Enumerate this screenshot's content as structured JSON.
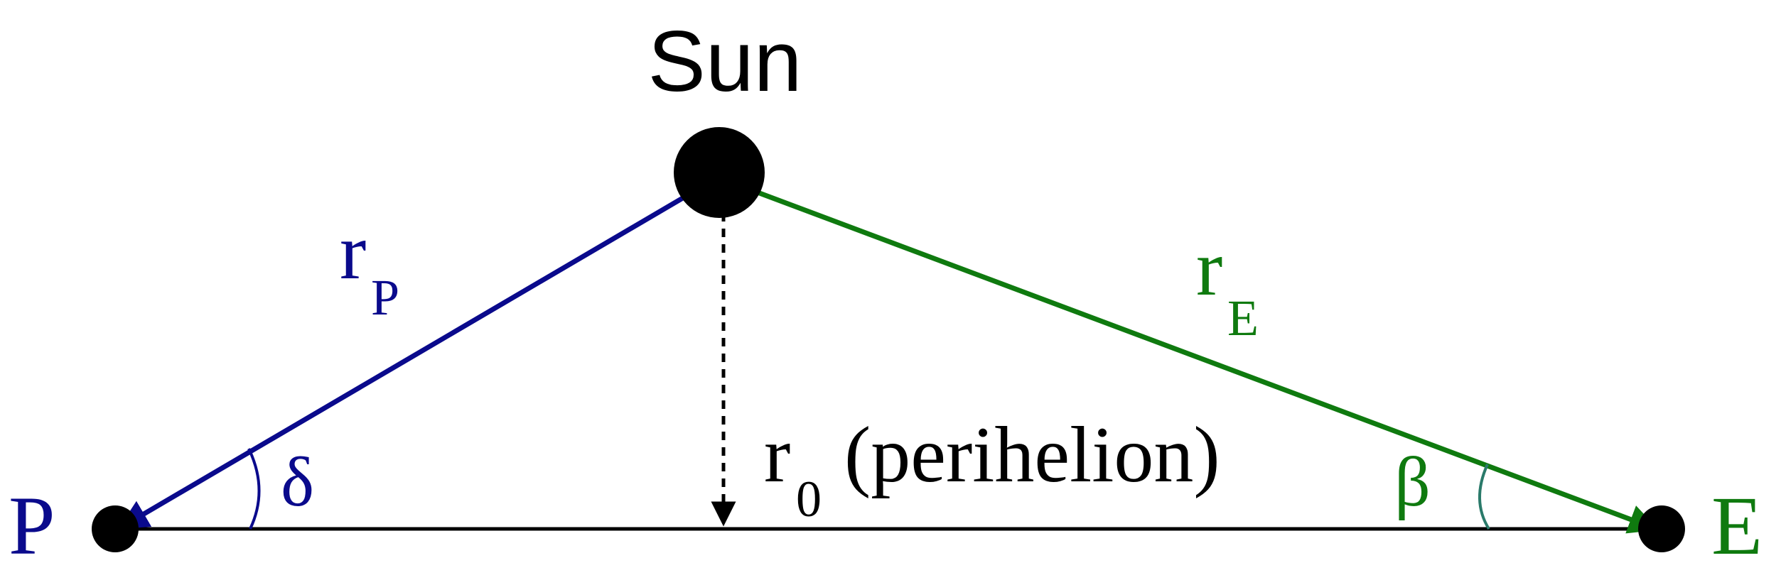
{
  "labels": {
    "sun": "Sun",
    "planet": "P",
    "earth": "E",
    "r_planet": {
      "main": "r",
      "sub": "P"
    },
    "r_earth": {
      "main": "r",
      "sub": "E"
    },
    "r_zero": {
      "main": "r",
      "sub": "0",
      "suffix": "(perihelion)"
    },
    "angle_delta": "δ",
    "angle_beta": "β"
  },
  "colors": {
    "planet": "#0a0a8c",
    "earth": "#0f7a0f",
    "earth_angle_arc": "#2a7a6a",
    "baseline": "#000000",
    "bodies": "#000000",
    "perihelion": "#000000"
  }
}
